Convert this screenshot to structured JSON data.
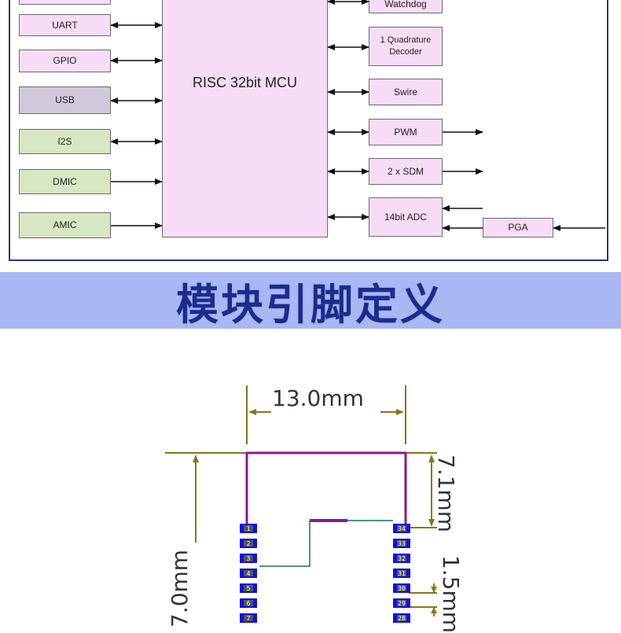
{
  "diagram": {
    "mcu_label": "RISC 32bit MCU",
    "left_blocks": [
      {
        "id": "uart",
        "label": "UART"
      },
      {
        "id": "gpio",
        "label": "GPIO"
      },
      {
        "id": "usb",
        "label": "USB"
      },
      {
        "id": "i2s",
        "label": "I2S"
      },
      {
        "id": "dmic",
        "label": "DMIC"
      },
      {
        "id": "amic",
        "label": "AMIC"
      }
    ],
    "right_blocks": [
      {
        "id": "watchdog",
        "label": "Watchdog"
      },
      {
        "id": "quadrature",
        "line1": "1 Quadrature",
        "line2": "Decoder"
      },
      {
        "id": "swire",
        "label": "Swire"
      },
      {
        "id": "pwm",
        "label": "PWM"
      },
      {
        "id": "sdm",
        "label": "2 x SDM"
      },
      {
        "id": "adc",
        "label": "14bit ADC"
      },
      {
        "id": "pga",
        "label": "PGA"
      }
    ],
    "colors": {
      "pink": "#f7dcf5",
      "purple": "#d2c8dc",
      "green": "#d6e7c2",
      "frame": "#2a3a6e"
    }
  },
  "section": {
    "title": "模块引脚定义",
    "background": "#a9b7f2",
    "title_color": "#1d2b8f"
  },
  "drawing": {
    "width_label": "13.0mm",
    "top_label": "7.1mm",
    "pitch_label": "1.5mm",
    "height_label": "7.0mm",
    "left_pins": [
      "1",
      "2",
      "3",
      "4",
      "5",
      "6",
      "7"
    ],
    "right_pins": [
      "34",
      "33",
      "32",
      "31",
      "30",
      "29",
      "28"
    ],
    "dim_color": "#8a7418",
    "outline_color": "#8a1a8a",
    "pad_color": "#1010e0"
  }
}
